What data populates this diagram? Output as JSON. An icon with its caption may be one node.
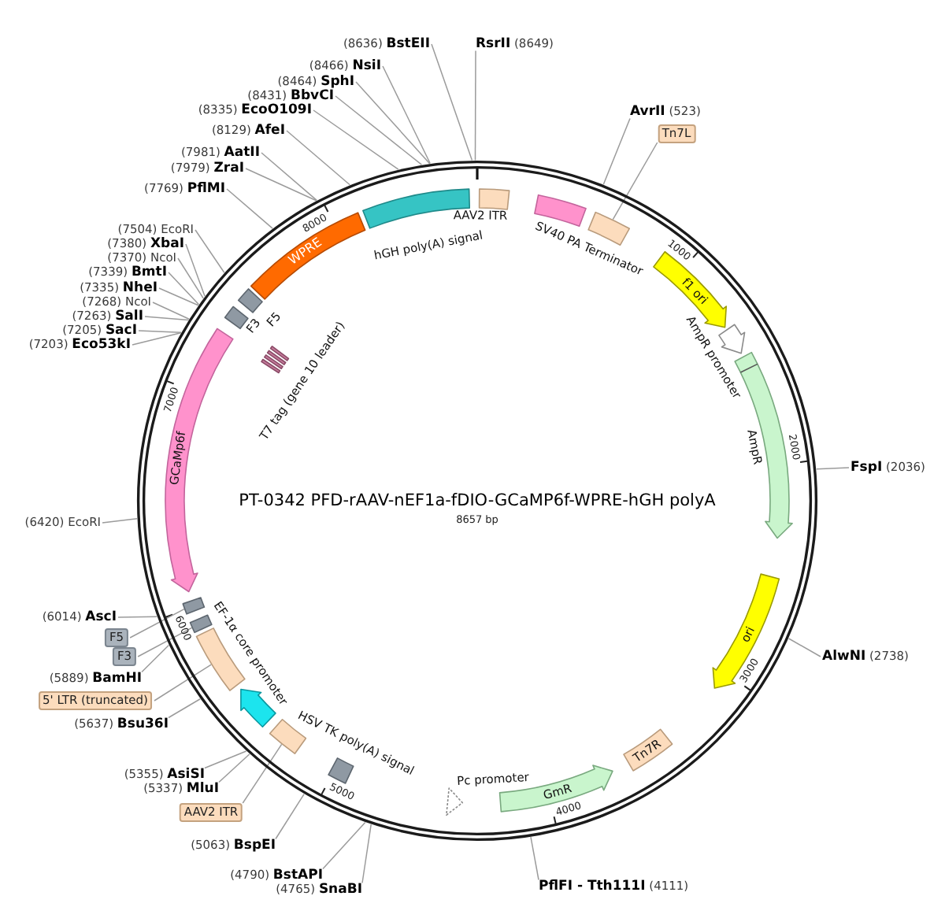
{
  "diagram": {
    "title": "PT-0342 PFD-rAAV-nEF1a-fDIO-GCaMP6f-WPRE-hGH polyA",
    "nodes": [
      {
        "text": [
          "**RsrII** (8649)"
        ]
      },
      {
        "text": [
          "**AvrII** (523)"
        ]
      },
      {
        "text": [
          "Tn7L"
        ]
      },
      {
        "text": [
          "**FspI** (2036)"
        ]
      },
      {
        "text": [
          "**AlwNI** (2738)"
        ]
      },
      {
        "text": [
          "**PflFI - Tth111I** (4111)"
        ]
      },
      {
        "text": [
          "(4765) **SnaBI**"
        ]
      },
      {
        "text": [
          "(4790) **BstAPI**"
        ]
      },
      {
        "text": [
          "(5063) **BspEI**"
        ]
      },
      {
        "text": [
          "AAV2 ITR"
        ]
      },
      {
        "text": [
          "(5337) **MluI**"
        ]
      },
      {
        "text": [
          "(5355) **AsiSI**"
        ]
      },
      {
        "text": [
          "(5637) **Bsu36I**"
        ]
      },
      {
        "text": [
          "5' LTR (truncated)"
        ]
      },
      {
        "text": [
          "(5889) **BamHI**"
        ]
      },
      {
        "text": [
          "F3"
        ]
      },
      {
        "text": [
          "F5"
        ]
      },
      {
        "text": [
          "(6014) **AscI**"
        ]
      },
      {
        "text": [
          "(6420) EcoRI"
        ]
      },
      {
        "text": [
          "(7203) **Eco53kI**"
        ]
      },
      {
        "text": [
          "(7205) **SacI**"
        ]
      },
      {
        "text": [
          "(7263) **SalI**"
        ]
      },
      {
        "text": [
          "(7268) NcoI"
        ]
      },
      {
        "text": [
          "(7335) **NheI**"
        ]
      },
      {
        "text": [
          "(7339) **BmtI**"
        ]
      },
      {
        "text": [
          "(7370) NcoI"
        ]
      },
      {
        "text": [
          "(7380) **XbaI**"
        ]
      },
      {
        "text": [
          "(7504) EcoRI"
        ]
      },
      {
        "text": [
          "(7769) **PflMI**"
        ]
      },
      {
        "text": [
          "(7979) **ZraI**"
        ]
      },
      {
        "text": [
          "(7981) **AatII**"
        ]
      },
      {
        "text": [
          "(8129) **AfeI**"
        ]
      },
      {
        "text": [
          "(8335) **EcoO109I**"
        ]
      },
      {
        "text": [
          "(8431) **BbvCI**"
        ]
      },
      {
        "text": [
          "(8464) **SphI**"
        ]
      },
      {
        "text": [
          "(8466) **NsiI**"
        ]
      },
      {
        "text": [
          "(8636) **BstEII**"
        ]
      },
      {
        "text": [],
        "shape": "circle"
      },
      {
        "text": [],
        "shape": "box",
        "beside": [
          "AAV2 ITR"
        ],
        "in": 37
      },
      {
        "text": [],
        "shape": "box",
        "beside": [
          "SV40 PA Terminator"
        ],
        "in": 37
      },
      {
        "text": [],
        "shape": "box",
        "in": 37
      },
      {
        "text": [
          "f1 ori"
        ],
        "in": 37
      },
      {
        "text": [],
        "shape": "arrow",
        "beside": [
          "AmpR promoter"
        ],
        "in": 37
      },
      {
        "text": [],
        "shape": "arrow",
        "beside": [
          "AmpR"
        ],
        "in": 37
      },
      {
        "text": [
          "ori"
        ],
        "in": 37
      },
      {
        "text": [
          "Tn7R"
        ],
        "in": 37
      },
      {
        "text": [
          "GmR"
        ],
        "in": 37
      },
      {
        "text": [],
        "shape": "arrow",
        "beside": [
          "Pc promoter"
        ],
        "in": 37
      },
      {
        "text": [],
        "shape": "box",
        "beside": [
          "HSV TK poly(A) signal"
        ],
        "in": 37
      },
      {
        "text": [],
        "shape": "box",
        "in": 37
      },
      {
        "text": [],
        "shape": "arrow",
        "beside": [
          "EF-1α core promoter"
        ],
        "in": 37
      },
      {
        "text": [],
        "shape": "box",
        "in": 37
      },
      {
        "text": [],
        "shape": "box",
        "in": 37
      },
      {
        "text": [],
        "shape": "box",
        "in": 37
      },
      {
        "text": [
          "GCaMp6f"
        ],
        "in": 37
      },
      {
        "text": [],
        "shape": "bar",
        "beside": [
          "T7 tag (gene 10 leader)"
        ],
        "in": 37
      },
      {
        "text": [],
        "shape": "box",
        "beside": [
          "F3"
        ],
        "in": 37
      },
      {
        "text": [],
        "shape": "box",
        "beside": [
          "F5"
        ],
        "in": 37
      },
      {
        "text": [
          "WPRE"
        ],
        "in": 37
      },
      {
        "text": [],
        "shape": "box",
        "beside": [
          "hGH poly(A) signal"
        ],
        "in": 37
      }
    ],
    "edges": [
      {
        "from": 0,
        "to": 37,
        "arrow": "none"
      },
      {
        "from": 1,
        "to": 37,
        "arrow": "none"
      },
      {
        "from": 2,
        "to": 40,
        "arrow": "none"
      },
      {
        "from": 3,
        "to": 37,
        "arrow": "none"
      },
      {
        "from": 4,
        "to": 37,
        "arrow": "none"
      },
      {
        "from": 5,
        "to": 37,
        "arrow": "none"
      },
      {
        "from": 6,
        "to": 37,
        "arrow": "none"
      },
      {
        "from": 7,
        "to": 37,
        "arrow": "none"
      },
      {
        "from": 8,
        "to": 37,
        "arrow": "none"
      },
      {
        "from": 9,
        "to": 49,
        "arrow": "none"
      },
      {
        "from": 10,
        "to": 37,
        "arrow": "none"
      },
      {
        "from": 11,
        "to": 37,
        "arrow": "none"
      },
      {
        "from": 12,
        "to": 37,
        "arrow": "none"
      },
      {
        "from": 13,
        "to": 51,
        "arrow": "none"
      },
      {
        "from": 14,
        "to": 37,
        "arrow": "none"
      },
      {
        "from": 15,
        "to": 52,
        "arrow": "none"
      },
      {
        "from": 16,
        "to": 53,
        "arrow": "none"
      },
      {
        "from": 17,
        "to": 37,
        "arrow": "none"
      },
      {
        "from": 18,
        "to": 37,
        "arrow": "none"
      },
      {
        "from": 19,
        "to": 37,
        "arrow": "none"
      },
      {
        "from": 20,
        "to": 37,
        "arrow": "none"
      },
      {
        "from": 21,
        "to": 37,
        "arrow": "none"
      },
      {
        "from": 22,
        "to": 37,
        "arrow": "none"
      },
      {
        "from": 23,
        "to": 37,
        "arrow": "none"
      },
      {
        "from": 24,
        "to": 37,
        "arrow": "none"
      },
      {
        "from": 25,
        "to": 37,
        "arrow": "none"
      },
      {
        "from": 26,
        "to": 37,
        "arrow": "none"
      },
      {
        "from": 27,
        "to": 37,
        "arrow": "none"
      },
      {
        "from": 28,
        "to": 37,
        "arrow": "none"
      },
      {
        "from": 29,
        "to": 37,
        "arrow": "none"
      },
      {
        "from": 30,
        "to": 37,
        "arrow": "none"
      },
      {
        "from": 31,
        "to": 37,
        "arrow": "none"
      },
      {
        "from": 32,
        "to": 37,
        "arrow": "none"
      },
      {
        "from": 33,
        "to": 37,
        "arrow": "none"
      },
      {
        "from": 34,
        "to": 37,
        "arrow": "none"
      },
      {
        "from": 35,
        "to": 37,
        "arrow": "none"
      },
      {
        "from": 36,
        "to": 37,
        "arrow": "none"
      }
    ],
    "labels": [
      "8657 bp",
      "1000",
      "2000",
      "3000",
      "4000",
      "5000",
      "6000",
      "7000",
      "8000"
    ]
  }
}
